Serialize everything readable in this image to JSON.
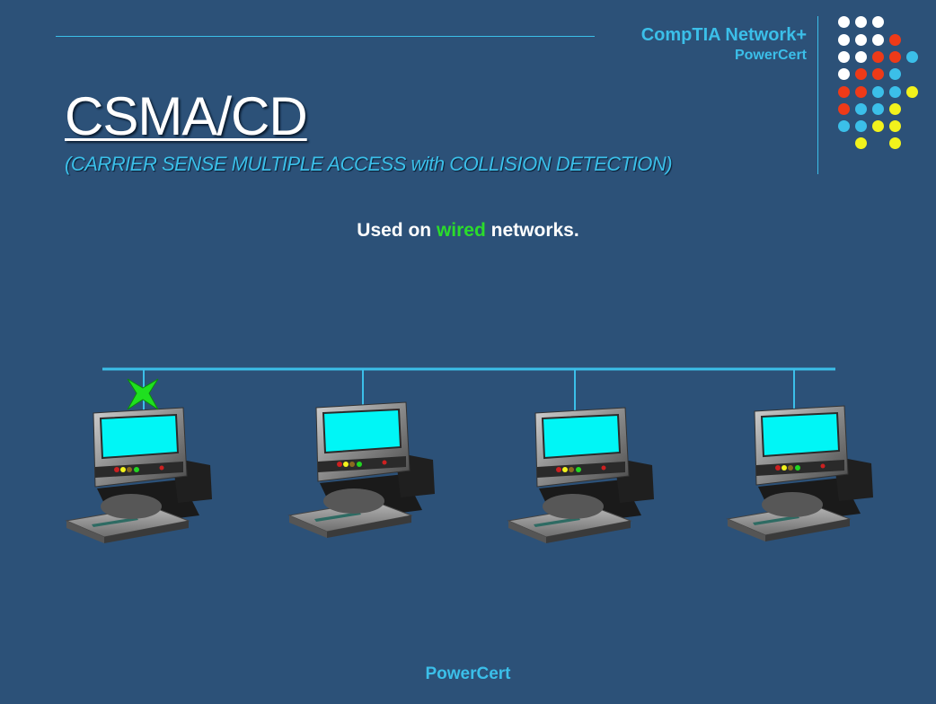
{
  "header": {
    "brand_line1": "CompTIA Network+",
    "brand_line2": "PowerCert"
  },
  "slide": {
    "title": "CSMA/CD",
    "subtitle": "(CARRIER SENSE MULTIPLE ACCESS with COLLISION DETECTION)",
    "caption_before": "Used on ",
    "caption_highlight": "wired",
    "caption_after": " networks."
  },
  "footer": {
    "brand": "PowerCert"
  },
  "colors": {
    "background": "#2c5178",
    "accent": "#3bbfe9",
    "highlight": "#2bdc2b",
    "screen": "#00f6f6",
    "dot_red": "#ee3a18",
    "dot_yellow": "#f2f21c",
    "dot_white": "#ffffff"
  },
  "icons": [
    "computer-icon",
    "collision-star-icon",
    "decorative-dot-grid"
  ]
}
